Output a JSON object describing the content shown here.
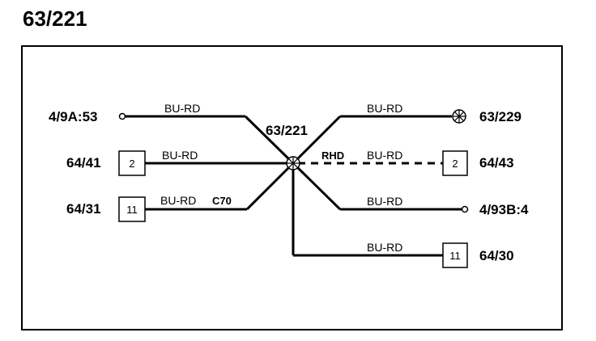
{
  "page_title": "63/221",
  "splice_label": "63/221",
  "left": {
    "top": {
      "ref": "4/9A:53",
      "wire": "BU-RD"
    },
    "mid": {
      "ref": "64/41",
      "pin": "2",
      "wire": "BU-RD"
    },
    "bot": {
      "ref": "64/31",
      "pin": "11",
      "wire": "BU-RD",
      "note": "C70"
    }
  },
  "right": {
    "top": {
      "ref": "63/229",
      "wire": "BU-RD"
    },
    "mid": {
      "ref": "64/43",
      "pin": "2",
      "wire": "BU-RD",
      "note": "RHD"
    },
    "low": {
      "ref": "4/93B:4",
      "wire": "BU-RD"
    },
    "bot": {
      "ref": "64/30",
      "pin": "11",
      "wire": "BU-RD"
    }
  }
}
